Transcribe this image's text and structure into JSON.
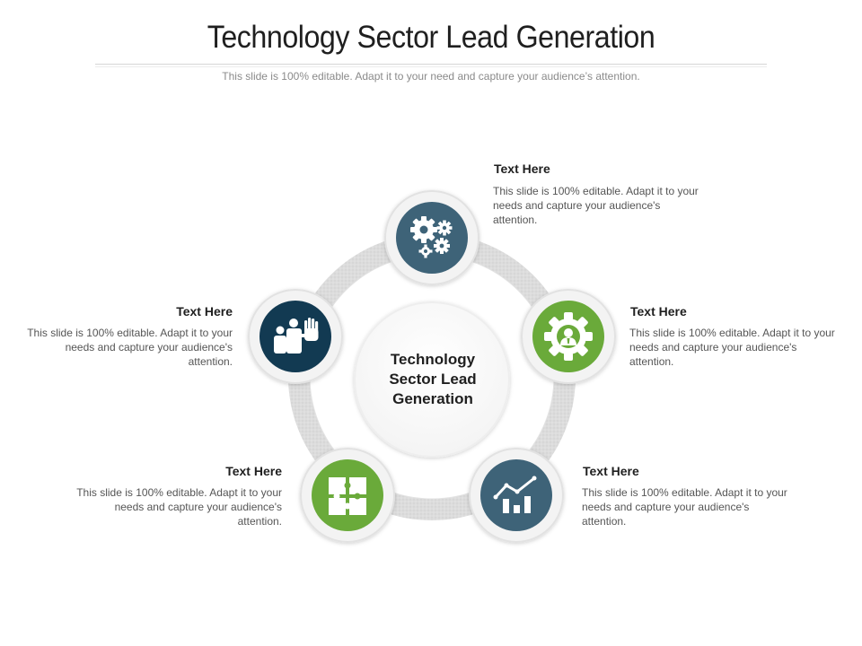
{
  "title": "Technology Sector Lead Generation",
  "subtitle": "This slide is 100% editable. Adapt it to your need and capture your audience’s attention.",
  "center": {
    "label": "Technology Sector Lead Generation"
  },
  "items": [
    {
      "title": "Text Here",
      "description": "This slide is 100% editable. Adapt it to your needs and capture your audience's attention.",
      "icon": "gears-icon",
      "color": "#3e6378"
    },
    {
      "title": "Text Here",
      "description": "This slide is 100% editable. Adapt it to your needs and capture your audience's attention.",
      "icon": "gear-person-icon",
      "color": "#6aaa3a"
    },
    {
      "title": "Text Here",
      "description": "This slide is 100% editable. Adapt it to your needs and capture your audience's attention.",
      "icon": "growth-chart-icon",
      "color": "#3e6378"
    },
    {
      "title": "Text Here",
      "description": "This slide is 100% editable. Adapt it to your needs and capture your audience's attention.",
      "icon": "puzzle-icon",
      "color": "#6aaa3a"
    },
    {
      "title": "Text Here",
      "description": "This slide is 100% editable. Adapt it to your needs and capture your audience's attention.",
      "icon": "stop-hand-person-icon",
      "color": "#123a52"
    }
  ]
}
